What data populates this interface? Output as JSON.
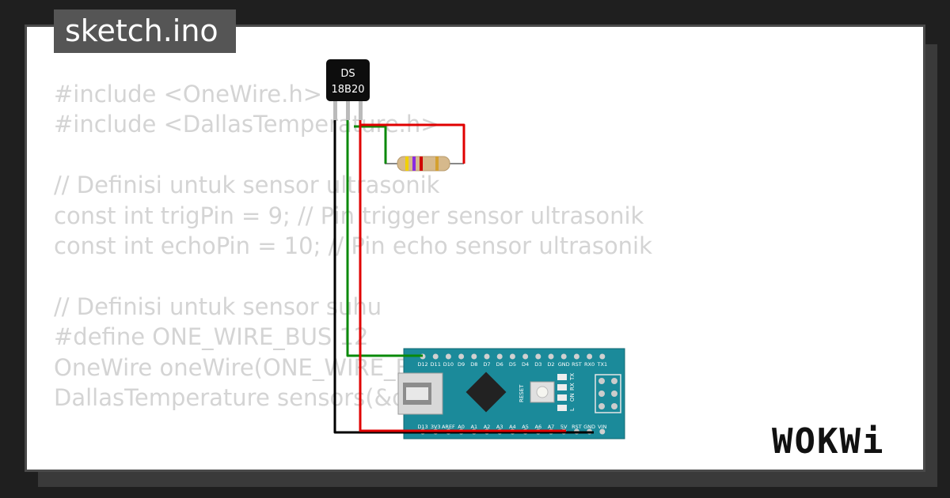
{
  "tab": {
    "title": "sketch.ino"
  },
  "code_lines": [
    "#include <OneWire.h>",
    "#include <DallasTemperature.h>",
    "",
    "// Definisi untuk sensor ultrasonik",
    "const int trigPin = 9; // Pin trigger sensor ultrasonik",
    "const int echoPin = 10; // Pin echo sensor ultrasonik",
    "",
    "// Definisi untuk sensor suhu",
    "#define ONE_WIRE_BUS 12",
    "OneWire oneWire(ONE_WIRE_BUS);",
    "DallasTemperature sensors(&oneWire);"
  ],
  "sensor": {
    "line1": "DS",
    "line2": "18B20"
  },
  "board": {
    "top_pins": [
      "D12",
      "D11",
      "D10",
      "D9",
      "D8",
      "D7",
      "D6",
      "D5",
      "D4",
      "D3",
      "D2",
      "GND",
      "RST",
      "RX0",
      "TX1"
    ],
    "bottom_pins": [
      "D13",
      "3V3",
      "AREF",
      "A0",
      "A1",
      "A2",
      "A3",
      "A4",
      "A5",
      "A6",
      "A7",
      "5V",
      "RST",
      "GND",
      "VIN"
    ],
    "leds": [
      "TX",
      "RX",
      "ON",
      "L"
    ],
    "reset_label": "RESET"
  },
  "brand": {
    "logo_text": "WOKWi"
  },
  "colors": {
    "board": "#1b8a9a",
    "wire_red": "#e00000",
    "wire_green": "#0a8a0a",
    "wire_black": "#000000"
  }
}
